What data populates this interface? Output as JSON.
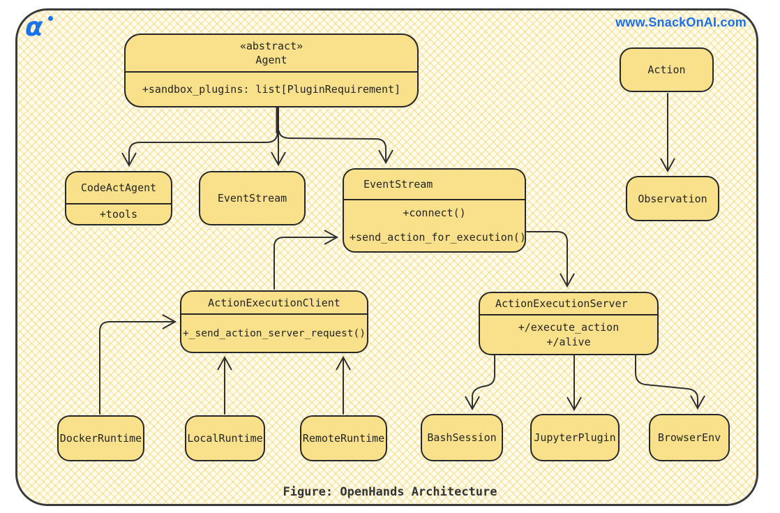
{
  "meta": {
    "site": "www.SnackOnAI.com",
    "logo_glyph": "α",
    "caption": "Figure: OpenHands Architecture"
  },
  "colors": {
    "accent_blue": "#1b6fe8",
    "box_fill": "#f8e18a",
    "box_border": "#272727",
    "canvas_bg": "#fffcf0",
    "hatch_line": "#f3d87d",
    "wire": "#2f2f2f"
  },
  "nodes": {
    "agent": {
      "stereotype": "«abstract»",
      "name": "Agent",
      "attr1": "+sandbox_plugins: list[PluginRequirement]"
    },
    "codeactagent": {
      "name": "CodeActAgent",
      "attr1": "+tools"
    },
    "eventstream_simple": {
      "name": "EventStream"
    },
    "eventstream": {
      "name": "EventStream",
      "method1": "+connect()",
      "method2": "+send_action_for_execution()"
    },
    "action": {
      "name": "Action"
    },
    "observation": {
      "name": "Observation"
    },
    "action_execution_client": {
      "name": "ActionExecutionClient",
      "method1": "+_send_action_server_request()"
    },
    "action_execution_server": {
      "name": "ActionExecutionServer",
      "method1": "+/execute_action",
      "method2": "+/alive"
    },
    "docker_runtime": {
      "name": "DockerRuntime"
    },
    "local_runtime": {
      "name": "LocalRuntime"
    },
    "remote_runtime": {
      "name": "RemoteRuntime"
    },
    "bash_session": {
      "name": "BashSession"
    },
    "jupyter_plugin": {
      "name": "JupyterPlugin"
    },
    "browser_env": {
      "name": "BrowserEnv"
    }
  },
  "edges": [
    {
      "from": "Agent",
      "to": "CodeActAgent"
    },
    {
      "from": "Agent",
      "to": "EventStream"
    },
    {
      "from": "Agent",
      "to": "EventStream (stream class)"
    },
    {
      "from": "Action",
      "to": "Observation"
    },
    {
      "from": "ActionExecutionClient",
      "to": "EventStream (send_action_for_execution)"
    },
    {
      "from": "EventStream",
      "to": "ActionExecutionServer"
    },
    {
      "from": "DockerRuntime",
      "to": "ActionExecutionClient"
    },
    {
      "from": "LocalRuntime",
      "to": "ActionExecutionClient"
    },
    {
      "from": "RemoteRuntime",
      "to": "ActionExecutionClient"
    },
    {
      "from": "ActionExecutionServer",
      "to": "BashSession"
    },
    {
      "from": "ActionExecutionServer",
      "to": "JupyterPlugin"
    },
    {
      "from": "ActionExecutionServer",
      "to": "BrowserEnv"
    }
  ]
}
